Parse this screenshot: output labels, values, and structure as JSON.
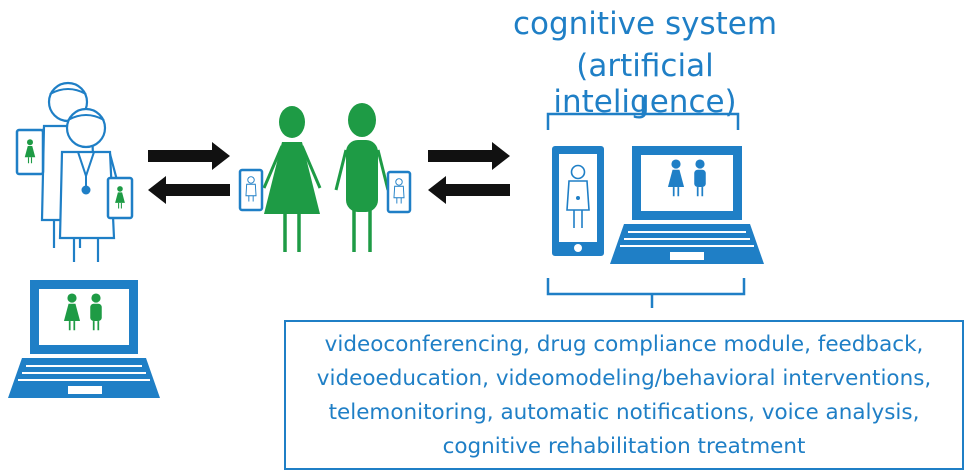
{
  "header": {
    "line1": "cognitive system",
    "line2": "(artificial inteligence)"
  },
  "features": {
    "lines": [
      "videoconferencing, drug compliance module, feedback,",
      "videoeducation, videomodeling/behavioral interventions,",
      "telemonitoring, automatic notifications, voice analysis,",
      "cognitive rehabilitation treatment"
    ]
  },
  "colors": {
    "blue": "#1f7fc6",
    "green": "#1e9b45",
    "black": "#111111"
  },
  "icons": {
    "doctors": "doctor-icon",
    "patients": "patient-icon",
    "phone": "smartphone-icon",
    "laptop": "laptop-icon",
    "arrows": "bidirectional-arrows-icon"
  }
}
